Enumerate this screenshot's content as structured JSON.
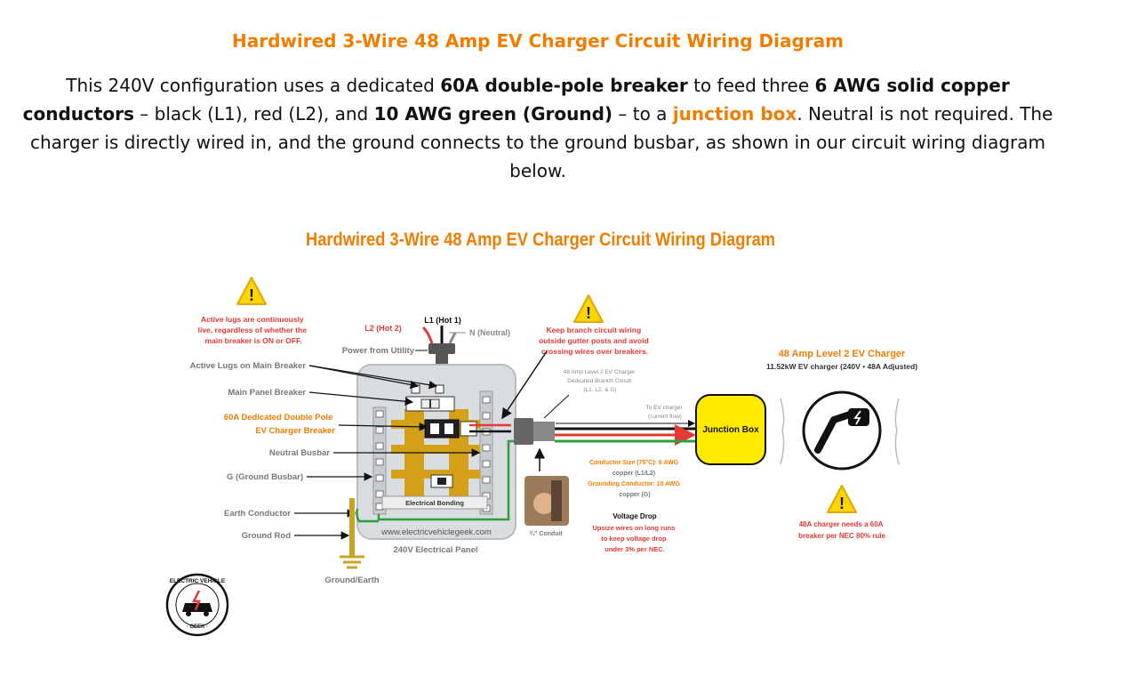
{
  "heading": "Hardwired 3-Wire 48 Amp EV Charger Circuit Wiring Diagram",
  "intro": {
    "t1": "This 240V configuration uses a dedicated ",
    "b1": "60A double-pole breaker",
    "t2": " to feed three ",
    "b2": "6 AWG solid copper conductors",
    "t3": " – black (L1), red (L2), and ",
    "b3": "10 AWG green (Ground)",
    "t4": " – to a ",
    "link": "junction box",
    "t5": ". Neutral is not required. The charger is directly wired in, and the ground connects to the ground busbar, as shown in our circuit wiring diagram below."
  },
  "diagram": {
    "title": "Hardwired 3-Wire 48 Amp EV Charger Circuit Wiring Diagram",
    "warn_lugs": [
      "Active lugs are continuously",
      "live, regardless of whether the",
      "main breaker is ON or OFF."
    ],
    "l2": "L2 (Hot 2)",
    "l1": "L1 (Hot 1)",
    "neutral": "N (Neutral)",
    "power_utility": "Power from Utility",
    "active_lugs": "Active Lugs on Main Breaker",
    "main_breaker": "Main Panel Breaker",
    "ev_breaker": [
      "60A Dedicated Double Pole",
      "EV Charger Breaker"
    ],
    "neutral_busbar": "Neutral Busbar",
    "ground_busbar": "G (Ground Busbar)",
    "earth_conductor": "Earth Conductor",
    "ground_rod": "Ground Rod",
    "ground_earth": "Ground/Earth",
    "electrical_bonding": "Electrical Bonding",
    "website": "www.electricvehiclegeek.com",
    "panel_label": "240V Electrical Panel",
    "warn_gutter": [
      "Keep branch circuit wiring",
      "outside gutter posts and avoid",
      "crossing wires over breakers."
    ],
    "branch_circuit": [
      "48 Amp Level 2 EV Charger",
      "Dedicated Branch Circuit",
      "(L1, L2, & G)"
    ],
    "to_ev": [
      "To EV charger",
      "(current flow)"
    ],
    "junction_box": "Junction Box",
    "charger_title": "48 Amp Level 2 EV Charger",
    "charger_sub": "11.52kW EV charger (240V • 48A Adjusted)",
    "conductor_size": [
      "Conductor Size (75°C): 6 AWG",
      "copper (L1/L2)",
      "Grounding Conductor: 10 AWG",
      "copper (G)"
    ],
    "conduit": "¾\" Conduit",
    "voltage_drop_title": "Voltage Drop",
    "voltage_drop": [
      "Upsize wires on long runs",
      "to keep voltage drop",
      "under 3% per NEC."
    ],
    "warn_nec": [
      "48A charger needs a 60A",
      "breaker per NEC 80% rule"
    ],
    "logo_top": "ELECTRIC VEHICLE",
    "logo_bottom": "· GEEK ·",
    "colors": {
      "orange": "#ef7d00",
      "red": "#e53935",
      "green": "#2e9e3a",
      "yellow": "#ffea00",
      "gold": "#d4a017"
    }
  }
}
